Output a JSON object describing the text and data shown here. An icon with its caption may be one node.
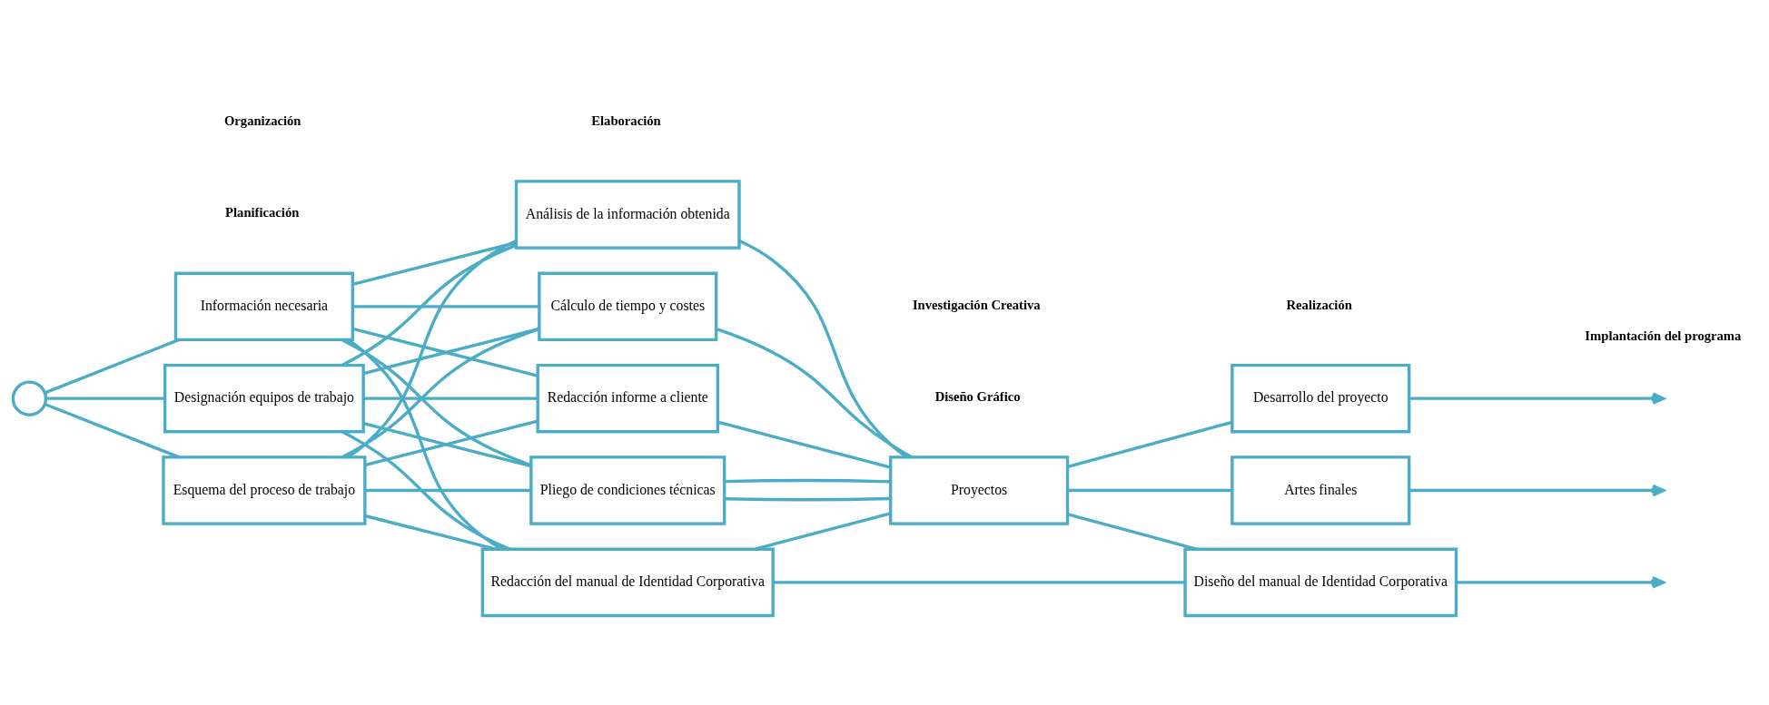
{
  "diagram": {
    "nodes": [
      {
        "text": [],
        "shape": "circle"
      },
      {
        "text": [
          "Información necesaria"
        ]
      },
      {
        "text": [
          "Designación equipos de trabajo"
        ]
      },
      {
        "text": [
          "Esquema del proceso de trabajo"
        ]
      },
      {
        "text": [
          "Análisis de la información obtenida"
        ]
      },
      {
        "text": [
          "Cálculo de tiempo y costes"
        ]
      },
      {
        "text": [
          "Redacción informe a cliente"
        ]
      },
      {
        "text": [
          "Pliego de condiciones técnicas"
        ]
      },
      {
        "text": [
          "Redacción del manual de Identidad Corporativa"
        ]
      },
      {
        "text": [
          "Proyectos"
        ]
      },
      {
        "text": [
          "Desarrollo del proyecto"
        ]
      },
      {
        "text": [
          "Artes finales"
        ]
      },
      {
        "text": [
          "Diseño del manual de Identidad Corporativa"
        ]
      }
    ],
    "edges": [
      {
        "from": 0,
        "to": 1,
        "arrow": "none"
      },
      {
        "from": 0,
        "to": 2,
        "arrow": "none"
      },
      {
        "from": 0,
        "to": 3,
        "arrow": "none"
      },
      {
        "from": 1,
        "to": 4,
        "arrow": "none"
      },
      {
        "from": 1,
        "to": 5,
        "arrow": "none"
      },
      {
        "from": 1,
        "to": 6,
        "arrow": "none"
      },
      {
        "from": 1,
        "to": 7,
        "arrow": "none"
      },
      {
        "from": 1,
        "to": 8,
        "arrow": "none"
      },
      {
        "from": 2,
        "to": 4,
        "arrow": "none"
      },
      {
        "from": 2,
        "to": 5,
        "arrow": "none"
      },
      {
        "from": 2,
        "to": 6,
        "arrow": "none"
      },
      {
        "from": 2,
        "to": 7,
        "arrow": "none"
      },
      {
        "from": 2,
        "to": 8,
        "arrow": "none"
      },
      {
        "from": 3,
        "to": 4,
        "arrow": "none"
      },
      {
        "from": 3,
        "to": 5,
        "arrow": "none"
      },
      {
        "from": 3,
        "to": 6,
        "arrow": "none"
      },
      {
        "from": 3,
        "to": 7,
        "arrow": "none"
      },
      {
        "from": 3,
        "to": 8,
        "arrow": "none"
      },
      {
        "from": 4,
        "to": 9,
        "arrow": "none"
      },
      {
        "from": 5,
        "to": 9,
        "arrow": "none"
      },
      {
        "from": 6,
        "to": 9,
        "arrow": "none"
      },
      {
        "from": 7,
        "to": 9,
        "arrow": "none"
      },
      {
        "from": 8,
        "to": 9,
        "arrow": "none"
      },
      {
        "from": 9,
        "to": 10,
        "arrow": "none"
      },
      {
        "from": 9,
        "to": 11,
        "arrow": "none"
      },
      {
        "from": 9,
        "to": 12,
        "arrow": "none"
      },
      {
        "from": 10,
        "to": null,
        "arrow": "to"
      },
      {
        "from": 11,
        "to": null,
        "arrow": "to"
      },
      {
        "from": 12,
        "to": null,
        "arrow": "to"
      },
      {
        "from": 9,
        "to": 7,
        "arrow": "none"
      },
      {
        "from": 12,
        "to": 8,
        "arrow": "none"
      }
    ],
    "labels": [
      "Planificación",
      "Diseño Gráfico",
      "Organización",
      "Elaboración",
      "Investigación Creativa",
      "Realización",
      "Implantación del programa"
    ]
  }
}
